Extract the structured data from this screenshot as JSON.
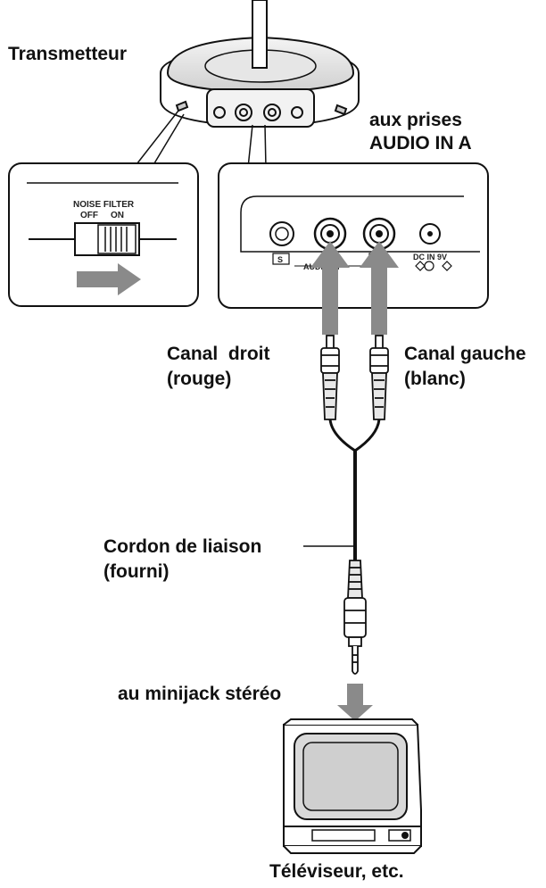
{
  "labels": {
    "transmitter": "Transmetteur",
    "audio_in_line1": "aux prises",
    "audio_in_line2": "AUDIO IN A",
    "right_channel_line1": "Canal  droit",
    "right_channel_line2": "(rouge)",
    "left_channel_line1": "Canal gauche",
    "left_channel_line2": "(blanc)",
    "cord_line1": "Cordon de liaison",
    "cord_line2": "(fourni)",
    "minijack": "au minijack stéréo",
    "tv": "Téléviseur, etc."
  },
  "switch_panel": {
    "noise_filter": "NOISE FILTER",
    "off": "OFF",
    "on": "ON"
  },
  "jack_panel": {
    "s": "S",
    "a": "A",
    "audio_in": "AUDIO IN",
    "dc_in": "DC IN 9V"
  },
  "colors": {
    "arrow": "#8a8a8a",
    "line": "#111111"
  }
}
